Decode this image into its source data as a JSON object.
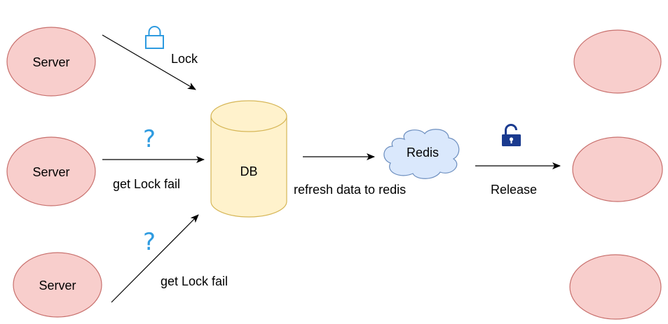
{
  "nodes": {
    "server_top": "Server",
    "server_middle": "Server",
    "server_bottom": "Server",
    "db": "DB",
    "redis": "Redis"
  },
  "edges": {
    "lock": "Lock",
    "get_lock_fail_middle": "get Lock fail",
    "get_lock_fail_bottom": "get Lock fail",
    "refresh": "refresh data to redis",
    "release": "Release"
  },
  "markers": {
    "question_middle": "?",
    "question_bottom": "?"
  },
  "icons": {
    "lock_closed": "lock-icon",
    "lock_open": "unlock-icon"
  },
  "colors": {
    "server_fill": "#f8cecc",
    "server_stroke": "#c8706d",
    "db_fill": "#fff2cc",
    "db_stroke": "#d6b656",
    "redis_fill": "#dae8fc",
    "redis_stroke": "#6c8ebf",
    "lock_blue": "#2e9be0",
    "unlock_navy": "#1a3a8f"
  }
}
